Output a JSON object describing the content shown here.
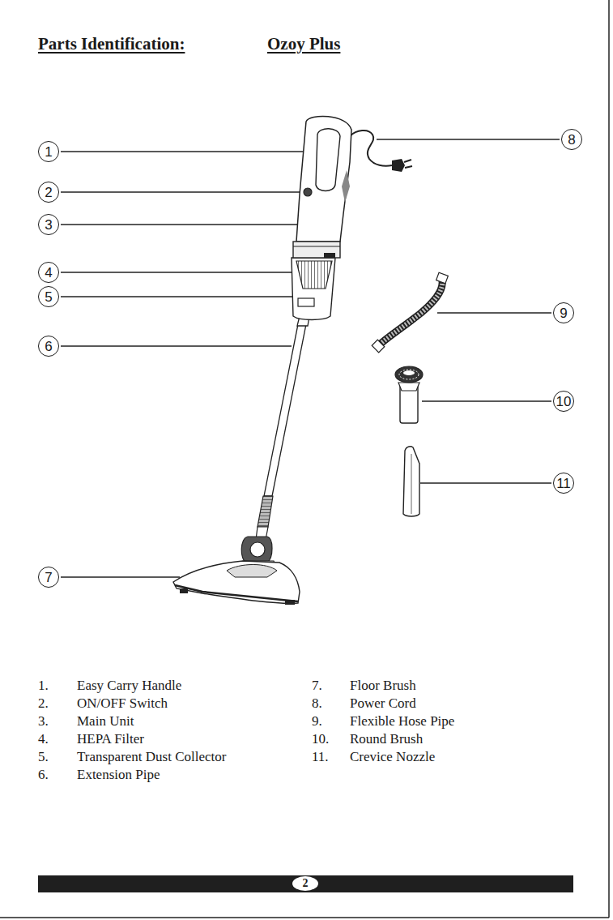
{
  "diagram": {
    "title": "Parts Identification:",
    "nodes": [
      {
        "text": [
          "1"
        ]
      },
      {
        "text": [
          "2"
        ]
      },
      {
        "text": [
          "3"
        ]
      },
      {
        "text": [
          "4"
        ]
      },
      {
        "text": [
          "5"
        ]
      },
      {
        "text": [
          "6"
        ]
      },
      {
        "text": [
          "7"
        ]
      },
      {
        "text": [
          "8"
        ]
      },
      {
        "text": [
          "9"
        ]
      },
      {
        "text": [
          "10"
        ]
      },
      {
        "text": [
          "11"
        ]
      },
      {
        "text": [
          "2"
        ]
      }
    ],
    "edges": [],
    "labels": [
      "Ozoy Plus",
      "1.",
      "Easy Carry Handle",
      "7.",
      "Floor Brush",
      "2.",
      "ON/OFF Switch",
      "8.",
      "Power Cord",
      "3.",
      "Main Unit",
      "9.",
      "Flexible Hose Pipe",
      "4.",
      "HEPA Filter",
      "10.",
      "Round Brush",
      "5.",
      "Transparent Dust Collector",
      "11.",
      "Crevice Nozzle",
      "6.",
      "Extension Pipe"
    ]
  }
}
